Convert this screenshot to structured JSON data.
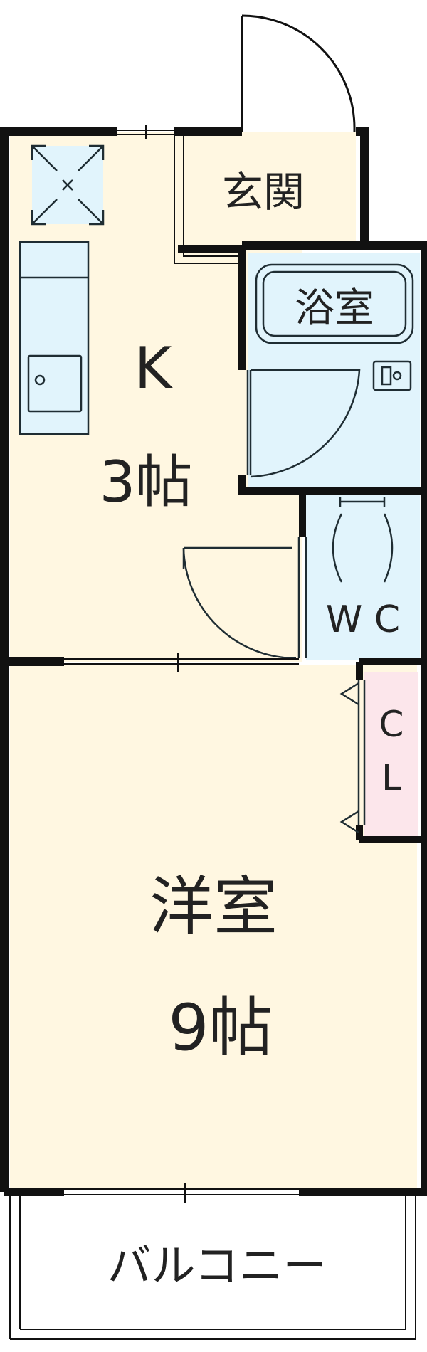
{
  "rooms": {
    "genkan": "玄関",
    "bath": "浴室",
    "kitchen_name": "K",
    "kitchen_size": "3帖",
    "wc": "W C",
    "closet_top": "C",
    "closet_bottom": "L",
    "western_name": "洋室",
    "western_size": "9帖",
    "balcony": "バルコニー"
  },
  "colors": {
    "floor": "#FFF7E1",
    "wet_area": "#E1F4FC",
    "closet": "#FCE6EB",
    "wall": "#111111",
    "fixture_line": "#1f2d33"
  }
}
